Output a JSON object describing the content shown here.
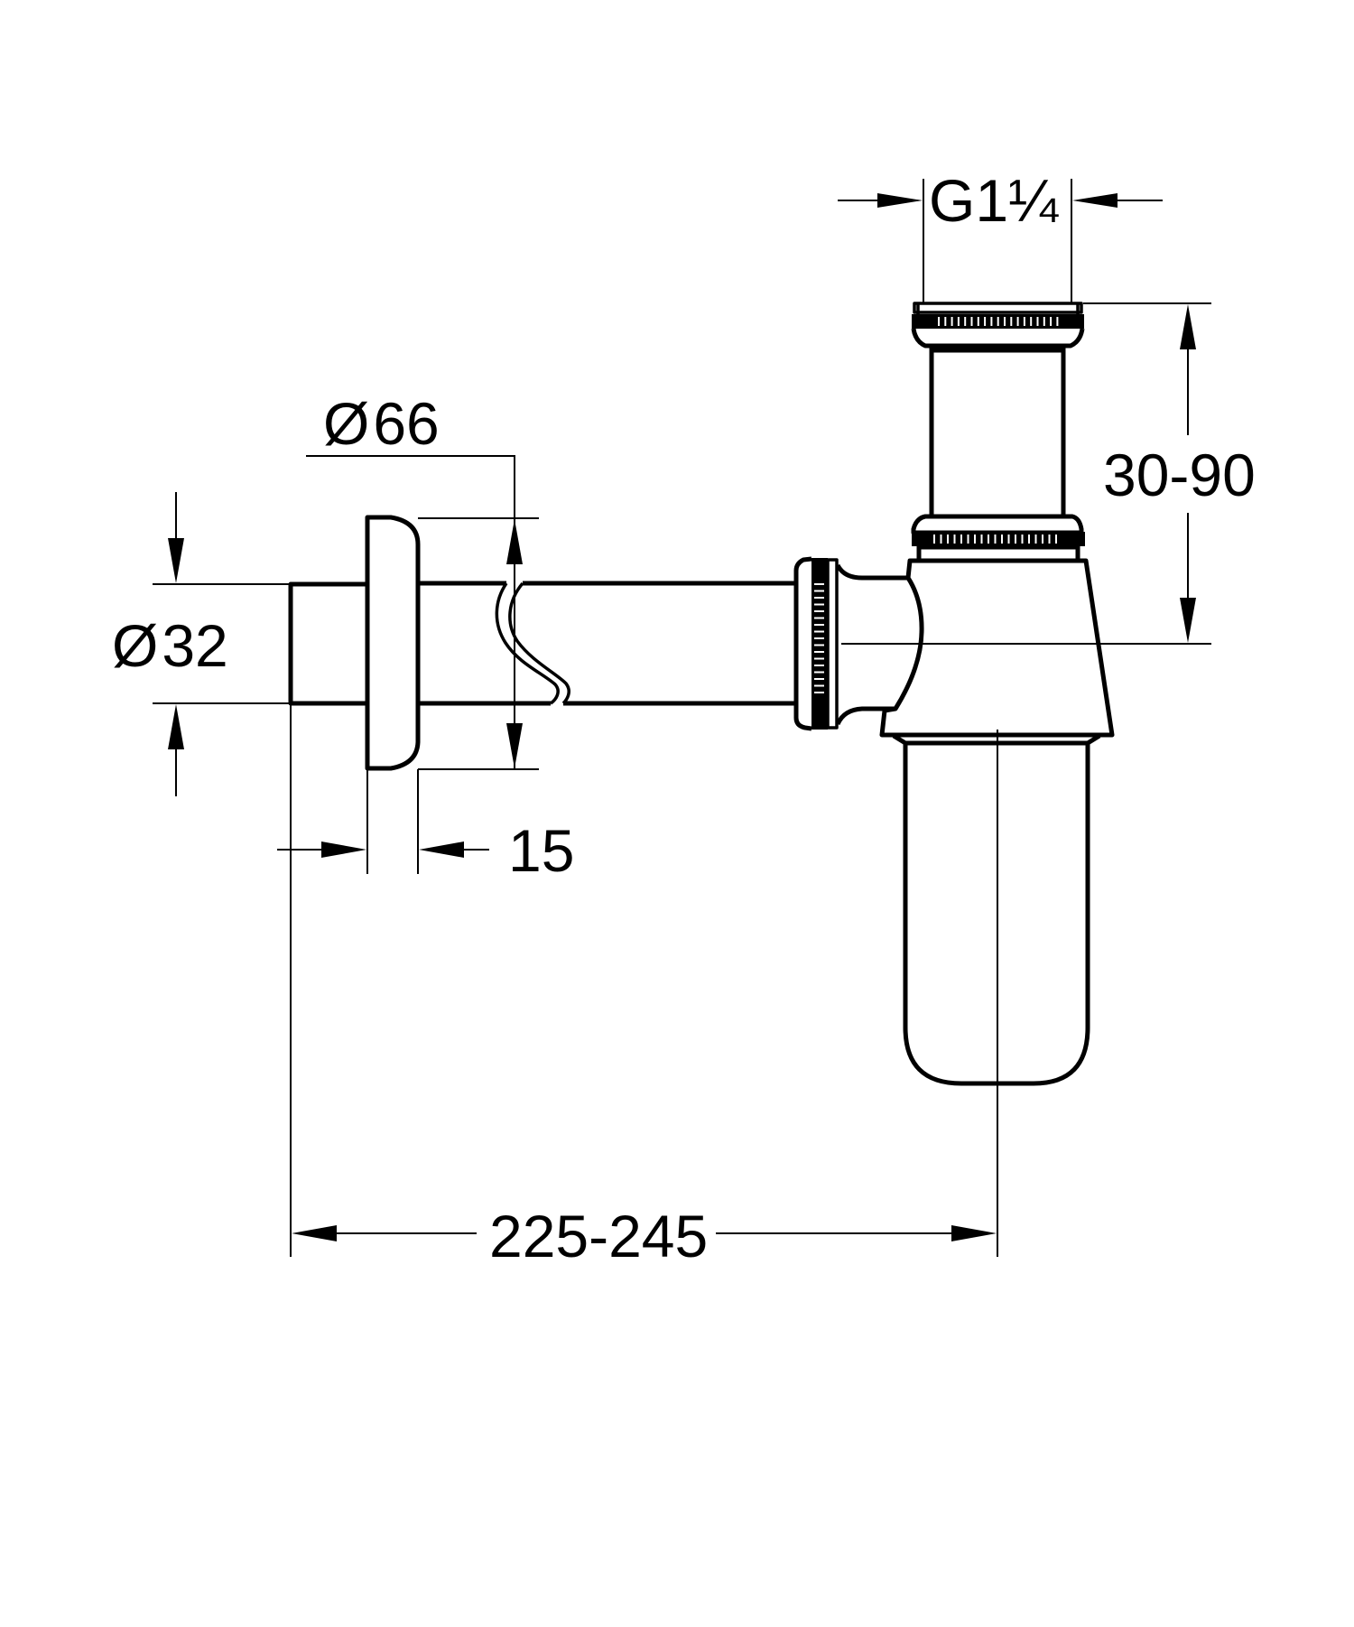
{
  "drawing": {
    "subject": "bottle trap (siphon) dimension drawing",
    "line_color": "#000000",
    "background_color": "#ffffff"
  },
  "dimensions": {
    "thread": {
      "label": "G1¼",
      "prefix": "G1",
      "fraction": "¼"
    },
    "tailpiece_height": {
      "label": "30-90"
    },
    "rosette_diameter": {
      "symbol": "Ø",
      "value": "66"
    },
    "pipe_diameter": {
      "symbol": "Ø",
      "value": "32"
    },
    "rosette_depth": {
      "label": "15"
    },
    "wall_to_center": {
      "label": "225-245"
    }
  }
}
